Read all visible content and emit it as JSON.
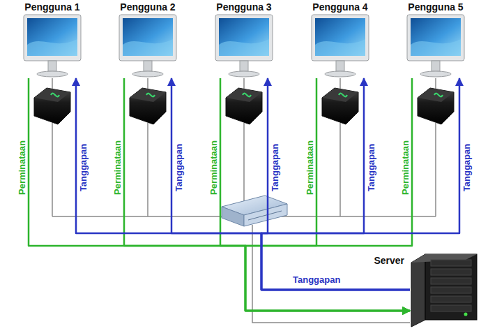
{
  "diagram": {
    "nodes": [
      {
        "text": [
          "Pengguna 1"
        ]
      },
      {
        "text": [
          "Pengguna 2"
        ]
      },
      {
        "text": [
          "Pengguna 3"
        ]
      },
      {
        "text": [
          "Pengguna 4"
        ]
      },
      {
        "text": [
          "Pengguna 5"
        ]
      },
      {
        "text": [
          "Server"
        ]
      }
    ],
    "edges": [
      {
        "from": 0,
        "to": 5,
        "label": "Perminataan",
        "arrow": "to"
      },
      {
        "from": 1,
        "to": 5,
        "label": "Perminataan",
        "arrow": "to"
      },
      {
        "from": 2,
        "to": 5,
        "label": "Perminataan",
        "arrow": "to"
      },
      {
        "from": 3,
        "to": 5,
        "label": "Perminataan",
        "arrow": "to"
      },
      {
        "from": 4,
        "to": 5,
        "label": "Perminataan",
        "arrow": "to"
      },
      {
        "from": 5,
        "to": 0,
        "label": "Tanggapan",
        "arrow": "to"
      },
      {
        "from": 5,
        "to": 1,
        "label": "Tanggapan",
        "arrow": "to"
      },
      {
        "from": 5,
        "to": 2,
        "label": "Tanggapan",
        "arrow": "to"
      },
      {
        "from": 5,
        "to": 3,
        "label": "Tanggapan",
        "arrow": "to"
      },
      {
        "from": 5,
        "to": 4,
        "label": "Tanggapan",
        "arrow": "to"
      }
    ],
    "labels": [
      "Tanggapan"
    ]
  }
}
